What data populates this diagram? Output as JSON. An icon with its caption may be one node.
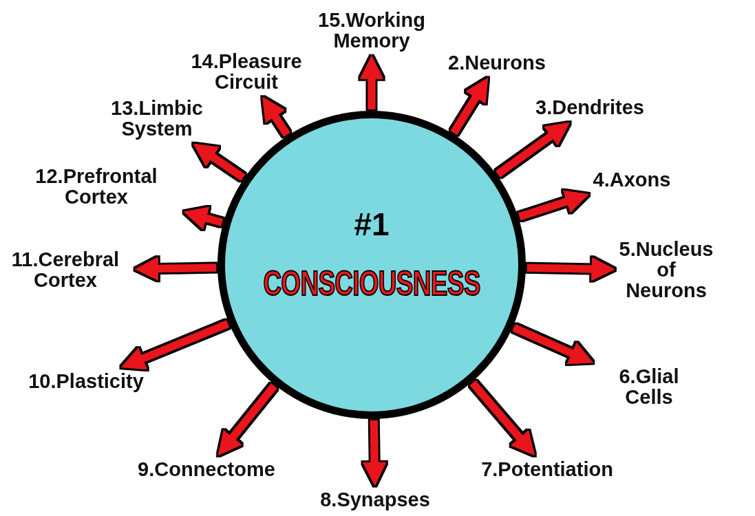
{
  "diagram": {
    "nodes": [
      {
        "text": [
          "#1",
          "CONSCIOUSNESS"
        ]
      },
      {
        "text": [
          "2.Neurons"
        ]
      },
      {
        "text": [
          "3.Dendrites"
        ]
      },
      {
        "text": [
          "4.Axons"
        ]
      },
      {
        "text": [
          "5.Nucleus of Neurons"
        ]
      },
      {
        "text": [
          "6.Glial Cells"
        ]
      },
      {
        "text": [
          "7.Potentiation"
        ]
      },
      {
        "text": [
          "8.Synapses"
        ]
      },
      {
        "text": [
          "9.Connectome"
        ]
      },
      {
        "text": [
          "10.Plasticity"
        ]
      },
      {
        "text": [
          "11.Cerebral Cortex"
        ]
      },
      {
        "text": [
          "12.Prefrontal Cortex"
        ]
      },
      {
        "text": [
          "13.Limbic System"
        ]
      },
      {
        "text": [
          "14.Pleasure Circuit"
        ]
      },
      {
        "text": [
          "15.Working Memory"
        ]
      }
    ],
    "edges": [
      {
        "from": 0,
        "to": 1,
        "arrow": "to"
      },
      {
        "from": 0,
        "to": 2,
        "arrow": "to"
      },
      {
        "from": 0,
        "to": 3,
        "arrow": "to"
      },
      {
        "from": 0,
        "to": 4,
        "arrow": "to"
      },
      {
        "from": 0,
        "to": 5,
        "arrow": "to"
      },
      {
        "from": 0,
        "to": 6,
        "arrow": "to"
      },
      {
        "from": 0,
        "to": 7,
        "arrow": "to"
      },
      {
        "from": 0,
        "to": 8,
        "arrow": "to"
      },
      {
        "from": 0,
        "to": 9,
        "arrow": "to"
      },
      {
        "from": 0,
        "to": 10,
        "arrow": "to"
      },
      {
        "from": 0,
        "to": 11,
        "arrow": "to"
      },
      {
        "from": 0,
        "to": 12,
        "arrow": "to"
      },
      {
        "from": 0,
        "to": 13,
        "arrow": "to"
      },
      {
        "from": 0,
        "to": 14,
        "arrow": "to"
      }
    ]
  }
}
